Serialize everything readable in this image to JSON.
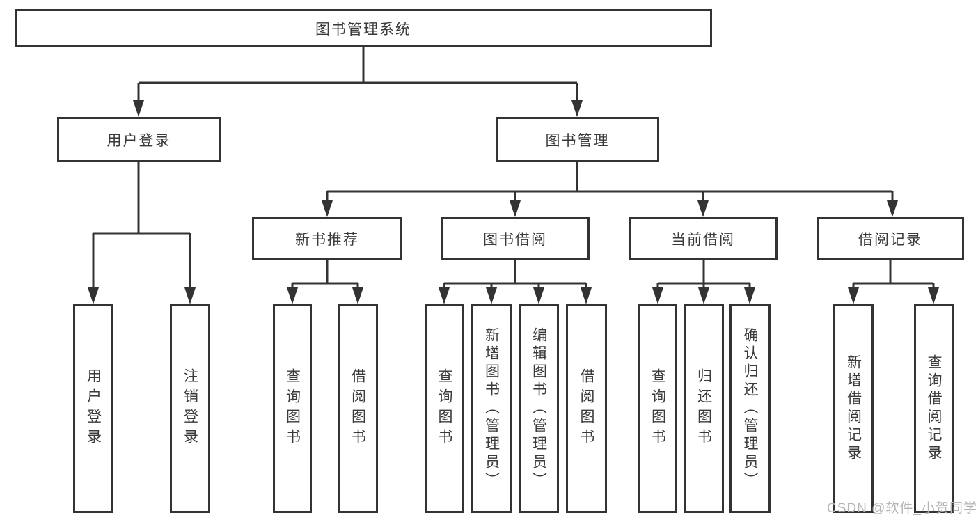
{
  "diagram": {
    "title_node": "图书管理系统",
    "level2": {
      "user_login": "用户登录",
      "book_management": "图书管理"
    },
    "level3": {
      "new_book_recommend": "新书推荐",
      "book_borrow": "图书借阅",
      "current_borrow": "当前借阅",
      "borrow_record": "借阅记录"
    },
    "leaves": {
      "user_login": "用户登录",
      "logout": "注销登录",
      "nb_query_book": "查询图书",
      "nb_borrow_book": "借阅图书",
      "bb_query_book": "查询图书",
      "bb_add_book_admin": "新增图书（管理员）",
      "bb_edit_book_admin": "编辑图书（管理员）",
      "bb_borrow_book": "借阅图书",
      "cb_query_book": "查询图书",
      "cb_return_book": "归还图书",
      "cb_confirm_return_admin": "确认归还（管理员）",
      "br_add_record": "新增借阅记录",
      "br_query_record": "查询借阅记录"
    },
    "colors": {
      "line": "#333333",
      "box_border": "#333333",
      "text": "#3a3a3a",
      "background": "#ffffff",
      "watermark_text_color": "#b4b4b4"
    }
  },
  "watermark": "CSDN @软件_小贺同学"
}
